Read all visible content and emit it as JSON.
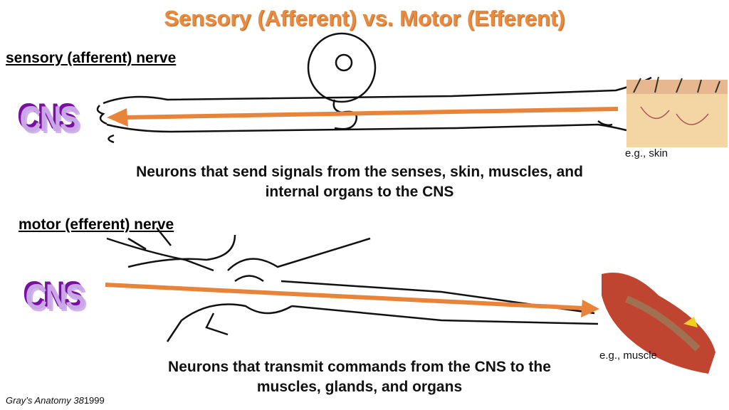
{
  "title": "Sensory (Afferent) vs. Motor (Efferent)",
  "sensory": {
    "heading": "sensory (afferent) nerve",
    "cns_label": "CNS",
    "example": "e.g., skin",
    "description_line1": "Neurons that send signals from the senses, skin, muscles, and",
    "description_line2": "internal organs to the CNS"
  },
  "motor": {
    "heading": "motor (efferent) nerve",
    "cns_label": "CNS",
    "example": "e.g., muscle",
    "description_line1": "Neurons that transmit commands from the CNS to the",
    "description_line2": "muscles, glands, and organs"
  },
  "credit": {
    "italic": "Gray’s Anatomy 38",
    "year": "1999"
  },
  "colors": {
    "title": "#e98a3c",
    "arrow": "#e8843a",
    "cns": "#b020d8"
  }
}
